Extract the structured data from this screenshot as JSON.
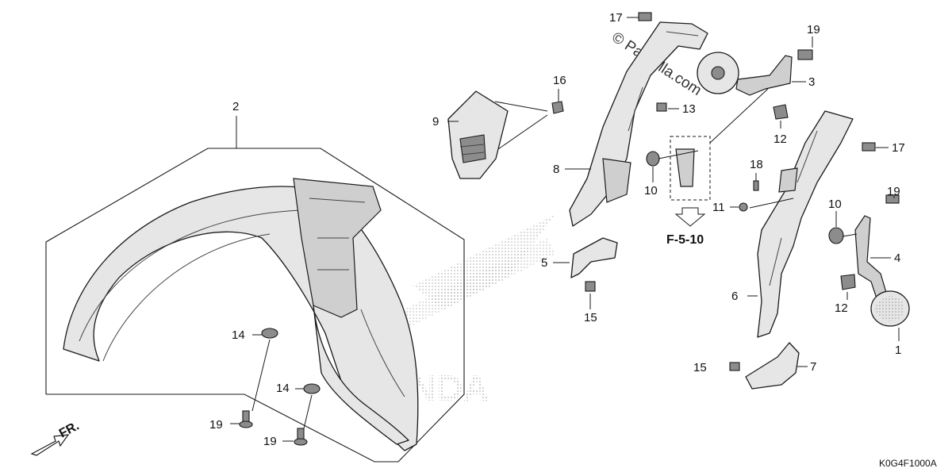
{
  "diagram": {
    "callouts": [
      {
        "id": "c2",
        "label": "2"
      },
      {
        "id": "c17a",
        "label": "17"
      },
      {
        "id": "c19a",
        "label": "19"
      },
      {
        "id": "c16",
        "label": "16"
      },
      {
        "id": "c9",
        "label": "9"
      },
      {
        "id": "c3",
        "label": "3"
      },
      {
        "id": "c13",
        "label": "13"
      },
      {
        "id": "c12a",
        "label": "12"
      },
      {
        "id": "c17b",
        "label": "17"
      },
      {
        "id": "c8",
        "label": "8"
      },
      {
        "id": "c10a",
        "label": "10"
      },
      {
        "id": "c18",
        "label": "18"
      },
      {
        "id": "c11",
        "label": "11"
      },
      {
        "id": "c10b",
        "label": "10"
      },
      {
        "id": "c19b",
        "label": "19"
      },
      {
        "id": "c5",
        "label": "5"
      },
      {
        "id": "c4",
        "label": "4"
      },
      {
        "id": "c15a",
        "label": "15"
      },
      {
        "id": "c6",
        "label": "6"
      },
      {
        "id": "c12b",
        "label": "12"
      },
      {
        "id": "c1",
        "label": "1"
      },
      {
        "id": "c14a",
        "label": "14"
      },
      {
        "id": "c14b",
        "label": "14"
      },
      {
        "id": "c15b",
        "label": "15"
      },
      {
        "id": "c7",
        "label": "7"
      },
      {
        "id": "c19c",
        "label": "19"
      },
      {
        "id": "c19d",
        "label": "19"
      }
    ],
    "reference": "F-5-10",
    "direction_label": "FR.",
    "diagram_code": "K0G4F1000A",
    "watermark_copyright": "© PartZilla.com",
    "watermark_brand": "HONDA"
  }
}
